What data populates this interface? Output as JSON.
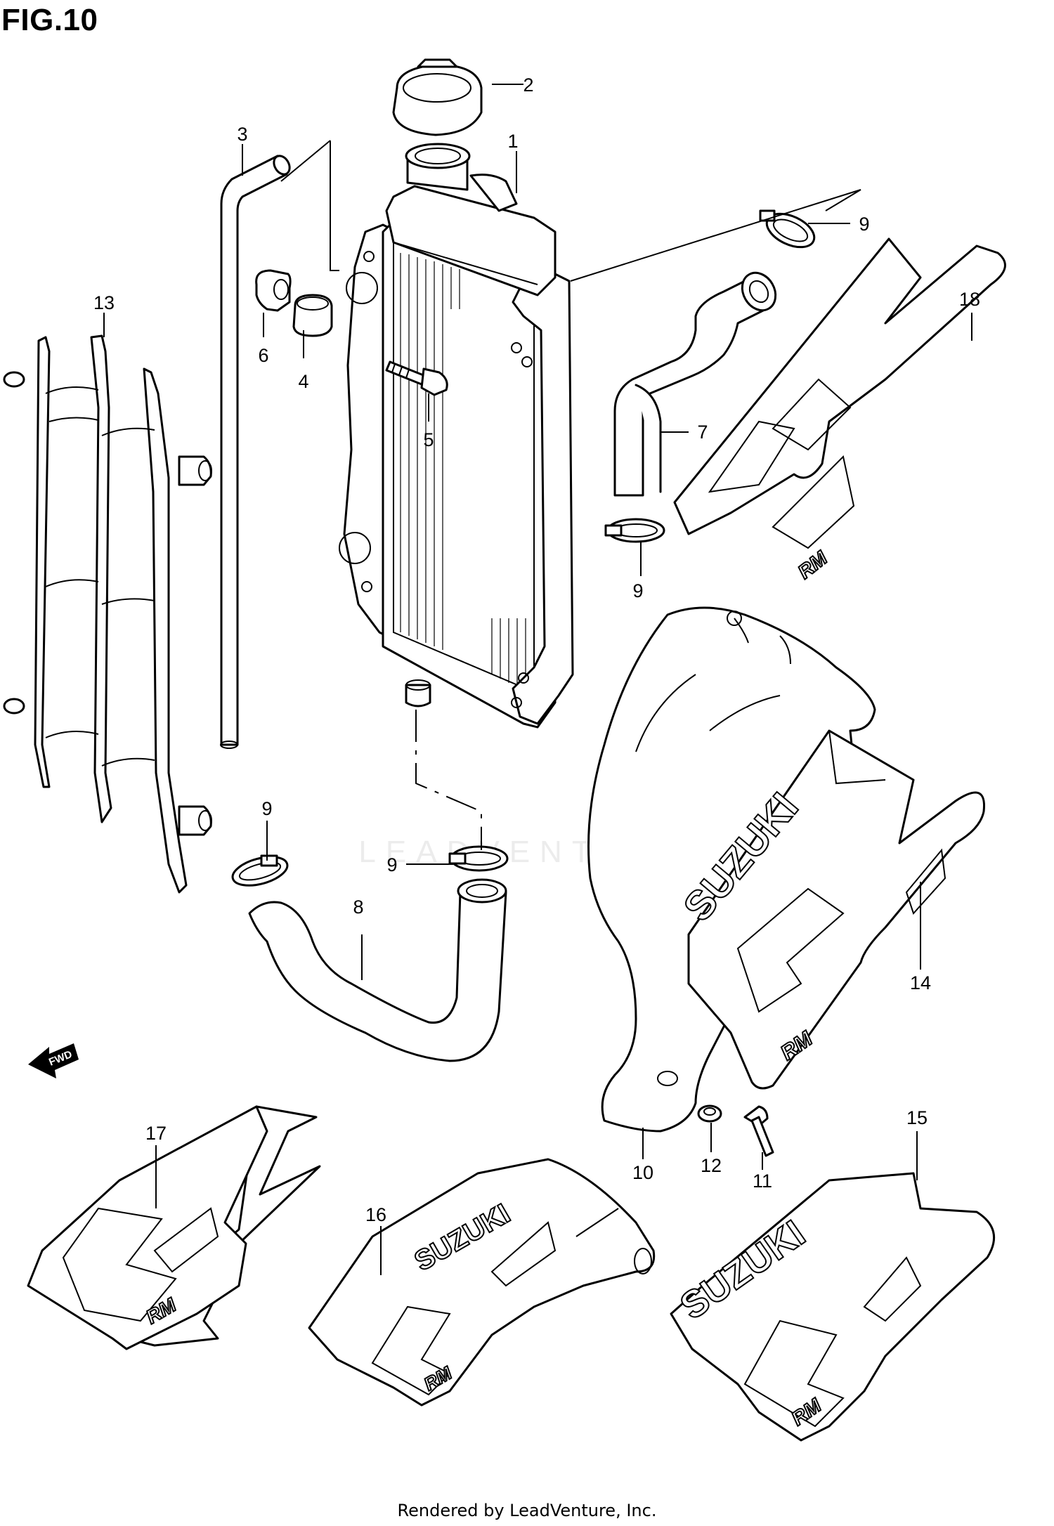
{
  "figure_title": "FIG.10",
  "footer": "Rendered by LeadVenture, Inc.",
  "watermark": "LEADVENTURE",
  "fwd_label": "FWD",
  "decal_brand_text": "SUZUKI",
  "decal_model_text": "RM",
  "callouts": {
    "c1": "1",
    "c2": "2",
    "c3": "3",
    "c4": "4",
    "c5": "5",
    "c6": "6",
    "c7": "7",
    "c8": "8",
    "c9a": "9",
    "c9b": "9",
    "c9c": "9",
    "c9d": "9",
    "c10": "10",
    "c11": "11",
    "c12": "12",
    "c13": "13",
    "c14": "14",
    "c15": "15",
    "c16": "16",
    "c17": "17",
    "c18": "18"
  }
}
